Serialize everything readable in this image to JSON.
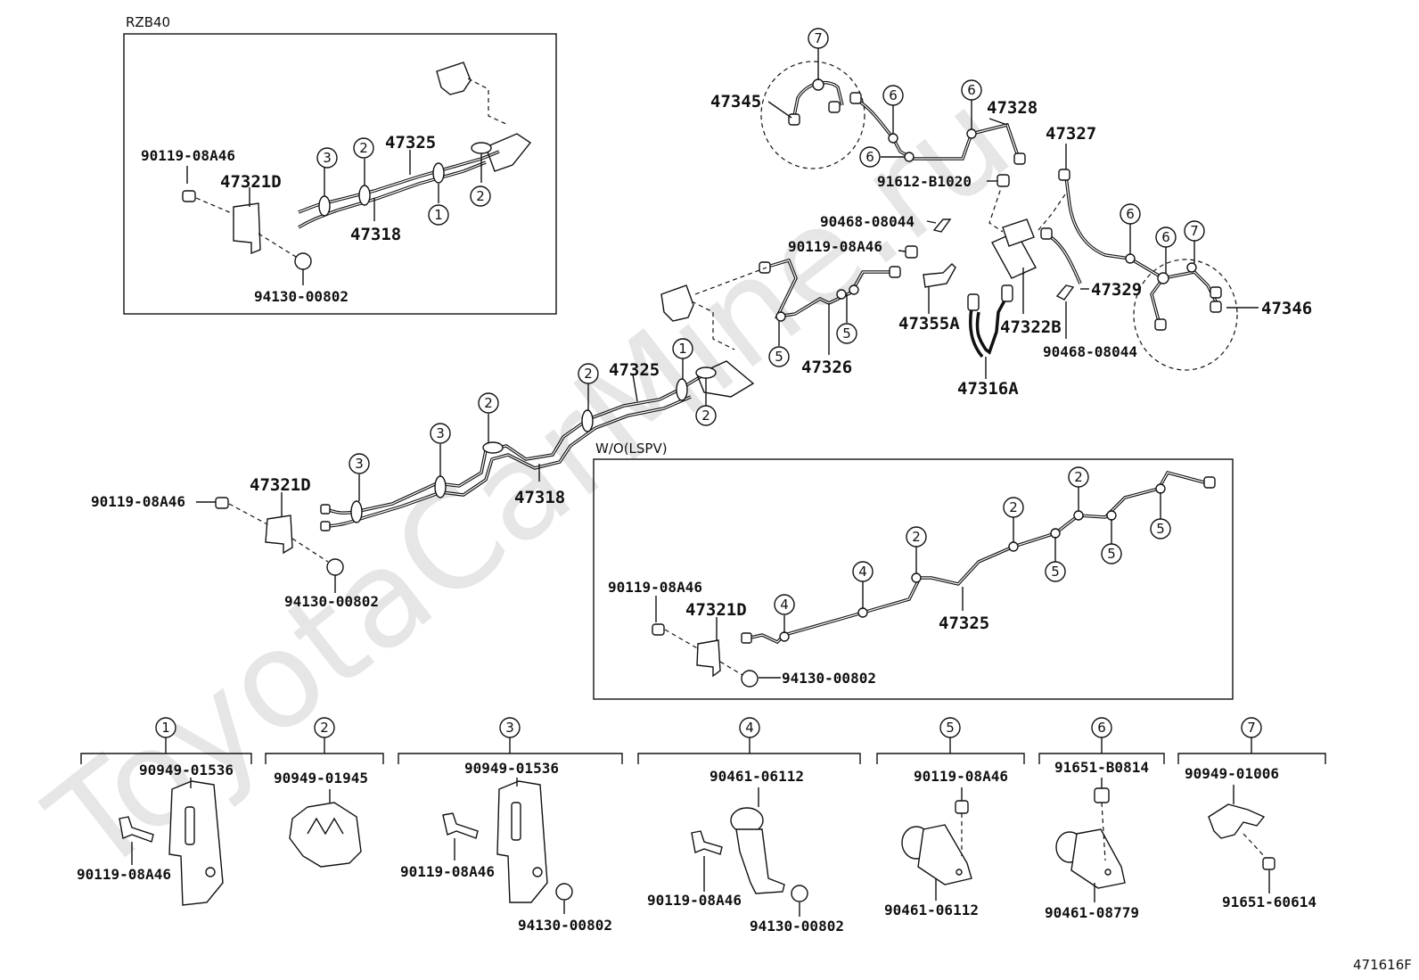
{
  "watermark": "ToyotaCarMine.ru",
  "figure_code": "471616F",
  "box_rzb40": {
    "caption": "RZB40",
    "labels": [
      "90119-08A46",
      "47321D",
      "47325",
      "47318",
      "94130-00802"
    ],
    "callouts": [
      "3",
      "2",
      "1",
      "2"
    ]
  },
  "main": {
    "labels": [
      "47345",
      "47328",
      "91612-B1020",
      "47327",
      "90468-08044",
      "90119-08A46",
      "47329",
      "47346",
      "47355A",
      "47322B",
      "90468-08044",
      "47316A",
      "47326",
      "47325",
      "47321D",
      "90119-08A46",
      "47318",
      "94130-00802"
    ],
    "callouts": [
      "7",
      "6",
      "6",
      "6",
      "6",
      "6",
      "7",
      "5",
      "5",
      "1",
      "2",
      "2",
      "2",
      "3",
      "3"
    ]
  },
  "box_wo_lspv": {
    "caption": "W/O(LSPV)",
    "labels": [
      "90119-08A46",
      "47321D",
      "94130-00802",
      "47325"
    ],
    "callouts": [
      "4",
      "4",
      "2",
      "2",
      "2",
      "5",
      "5",
      "5"
    ]
  },
  "legend": [
    {
      "num": "1",
      "parts": [
        "90949-01536",
        "90119-08A46"
      ]
    },
    {
      "num": "2",
      "parts": [
        "90949-01945"
      ]
    },
    {
      "num": "3",
      "parts": [
        "90949-01536",
        "90119-08A46",
        "94130-00802"
      ]
    },
    {
      "num": "4",
      "parts": [
        "90461-06112",
        "90119-08A46",
        "94130-00802"
      ]
    },
    {
      "num": "5",
      "parts": [
        "90119-08A46",
        "90461-06112"
      ]
    },
    {
      "num": "6",
      "parts": [
        "91651-B0814",
        "90461-08779"
      ]
    },
    {
      "num": "7",
      "parts": [
        "90949-01006",
        "91651-60614"
      ]
    }
  ]
}
